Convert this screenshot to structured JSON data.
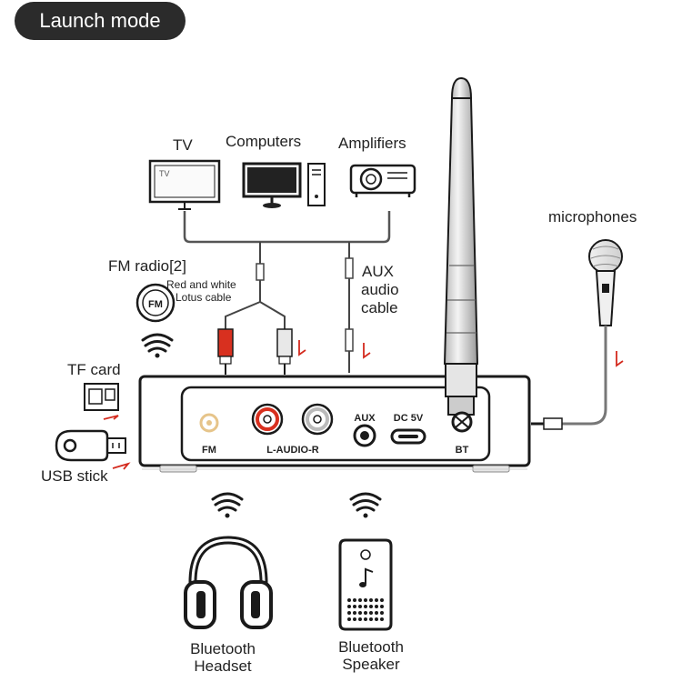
{
  "header": {
    "title": "Launch mode"
  },
  "sources": {
    "tv": "TV",
    "tv_screen_text": "TV",
    "computers": "Computers",
    "amplifiers": "Amplifiers"
  },
  "inputs": {
    "fm_radio": "FM radio[2]",
    "fm_badge": "FM",
    "rca_cable_line1": "Red and white",
    "rca_cable_line2": "Lotus cable",
    "aux_line1": "AUX",
    "aux_line2": "audio",
    "aux_line3": "cable",
    "tf_card": "TF card",
    "usb_stick": "USB stick",
    "microphones": "microphones"
  },
  "ports": {
    "fm": "FM",
    "l_audio_r": "L-AUDIO-R",
    "aux": "AUX",
    "dc": "DC 5V",
    "bt": "BT"
  },
  "outputs": {
    "headset_line1": "Bluetooth",
    "headset_line2": "Headset",
    "speaker_line1": "Bluetooth",
    "speaker_line2": "Speaker"
  },
  "colors": {
    "outline": "#1a1a1a",
    "accent_red": "#d42a1e",
    "plug_red": "#d8301f",
    "plug_white": "#e8e8e8",
    "fm_port": "#e6c48a",
    "header_bg": "#2b2b2b"
  }
}
